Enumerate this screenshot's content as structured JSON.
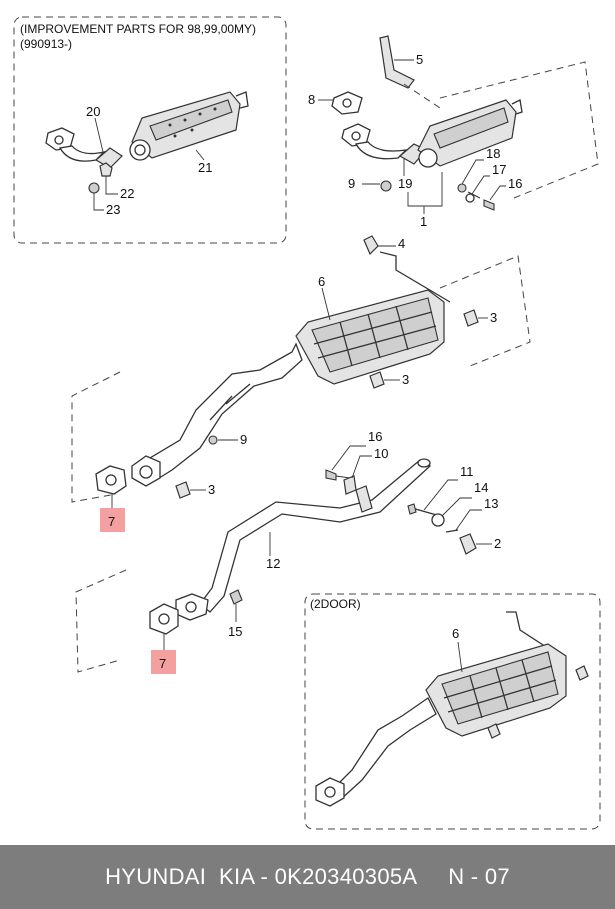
{
  "boxes": {
    "improvement_title_line1": "(IMPROVEMENT PARTS FOR 98,99,00MY)",
    "improvement_title_line2": "(990913-)",
    "two_door_title": "(2DOOR)"
  },
  "callouts": {
    "c20": "20",
    "c21": "21",
    "c22": "22",
    "c23": "23",
    "c5": "5",
    "c8": "8",
    "c9a": "9",
    "c19": "19",
    "c1": "1",
    "c18": "18",
    "c17": "17",
    "c16a": "16",
    "c4": "4",
    "c6a": "6",
    "c3a": "3",
    "c3b": "3",
    "c9b": "9",
    "c3c": "3",
    "c7a": "7",
    "c16b": "16",
    "c10": "10",
    "c11": "11",
    "c14": "14",
    "c13": "13",
    "c2": "2",
    "c12": "12",
    "c15": "15",
    "c7b": "7",
    "c6b": "6"
  },
  "highlight_color": "#f4a0a0",
  "footer": {
    "brand": "HYUNDAI  KIA - 0K20340305A     N - 07"
  }
}
